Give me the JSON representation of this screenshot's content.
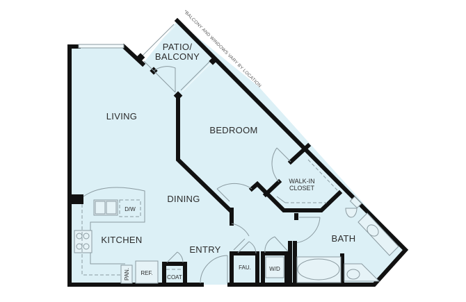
{
  "plan": {
    "note": "*BALCONY AND WINDOWS VARY BY LOCATION",
    "colors": {
      "floor": "#dcf0f6",
      "wall": "#111111",
      "fixture_line": "#8a9aa0"
    },
    "rooms": {
      "patio_line1": "PATIO/",
      "patio_line2": "BALCONY",
      "living": "LIVING",
      "bedroom": "BEDROOM",
      "walkin_line1": "WALK-IN",
      "walkin_line2": "CLOSET",
      "dining": "DINING",
      "kitchen": "KITCHEN",
      "entry": "ENTRY",
      "bath": "BATH"
    },
    "fixtures": {
      "dishwasher": "D/W",
      "refrigerator": "REF.",
      "pantry": "PAN.",
      "coat": "COAT",
      "furnace": "FAU.",
      "washer_dryer": "W/D"
    }
  }
}
